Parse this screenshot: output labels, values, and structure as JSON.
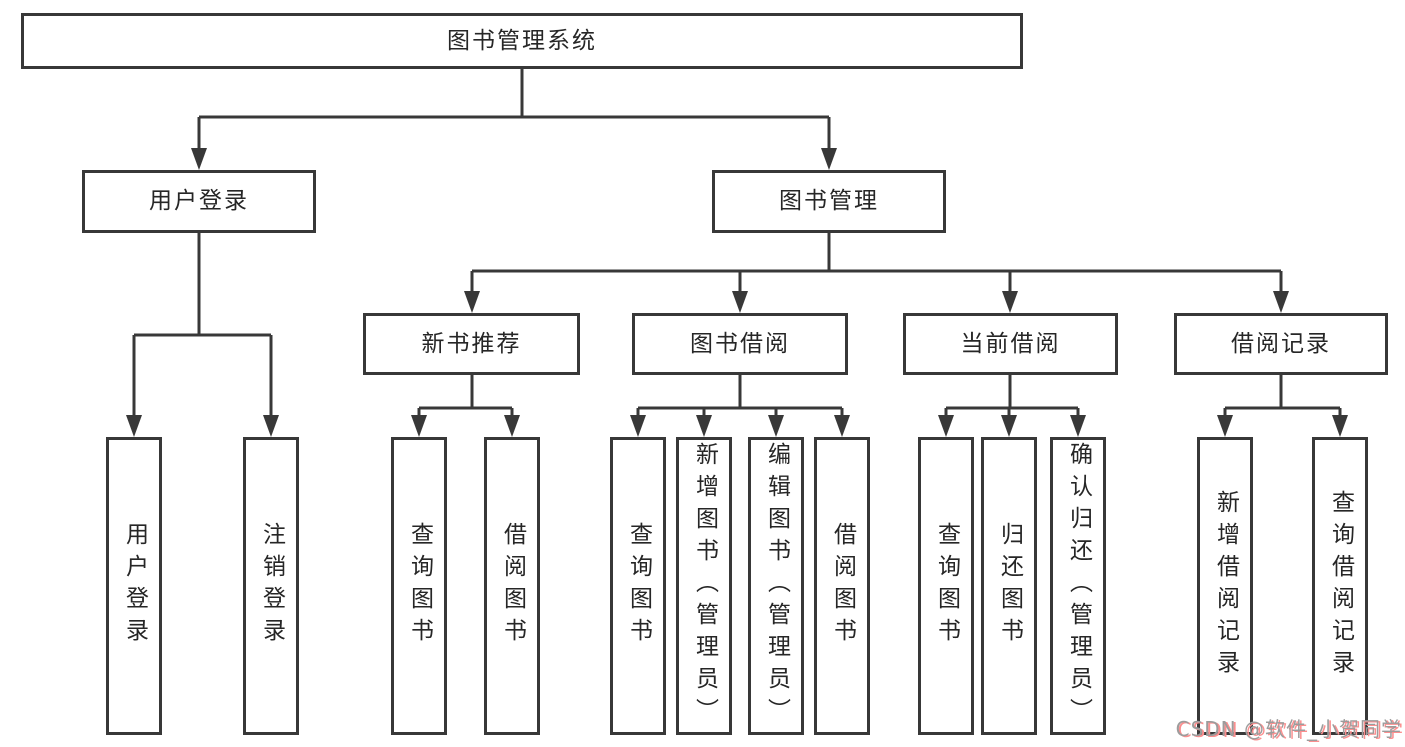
{
  "tree": {
    "label": "图书管理系统",
    "children": [
      {
        "label": "用户登录",
        "children": [
          {
            "label": "用户登录"
          },
          {
            "label": "注销登录"
          }
        ]
      },
      {
        "label": "图书管理",
        "children": [
          {
            "label": "新书推荐",
            "children": [
              {
                "label": "查询图书"
              },
              {
                "label": "借阅图书"
              }
            ]
          },
          {
            "label": "图书借阅",
            "children": [
              {
                "label": "查询图书"
              },
              {
                "label": "新增图书（管理员）"
              },
              {
                "label": "编辑图书（管理员）"
              },
              {
                "label": "借阅图书"
              }
            ]
          },
          {
            "label": "当前借阅",
            "children": [
              {
                "label": "查询图书"
              },
              {
                "label": "归还图书"
              },
              {
                "label": "确认归还（管理员）"
              }
            ]
          },
          {
            "label": "借阅记录",
            "children": [
              {
                "label": "新增借阅记录"
              },
              {
                "label": "查询借阅记录"
              }
            ]
          }
        ]
      }
    ]
  },
  "watermark": {
    "text": "CSDN @软件_小贺同学"
  },
  "colors": {
    "line": "#383838",
    "text": "#262626",
    "watermark_gray": "#9c9c9c",
    "watermark_red": "#fb8f8f"
  }
}
